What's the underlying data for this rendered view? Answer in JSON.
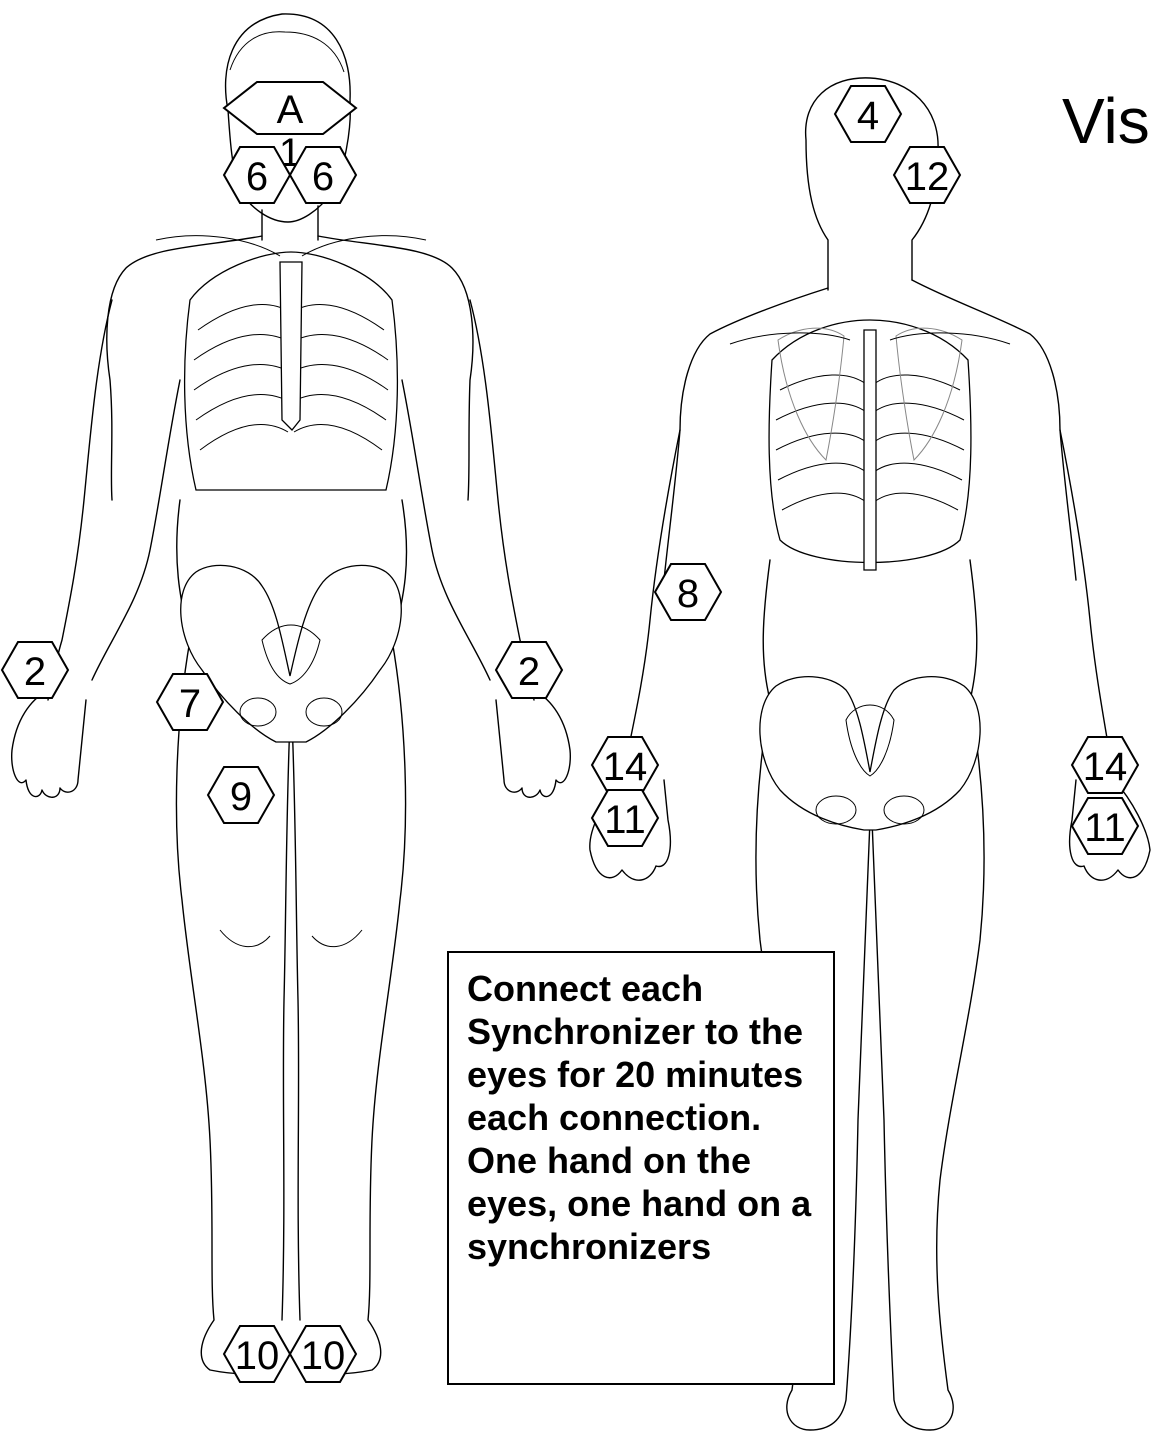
{
  "title": "Vis",
  "instruction": "Connect each Synchronizer to the eyes for 20 minutes each connection. One hand on the eyes, one hand on a synchronizers",
  "front_markers": [
    {
      "id": "A"
    },
    {
      "id": "1"
    },
    {
      "id": "6"
    },
    {
      "id": "6"
    },
    {
      "id": "2"
    },
    {
      "id": "2"
    },
    {
      "id": "7"
    },
    {
      "id": "9"
    },
    {
      "id": "10"
    },
    {
      "id": "10"
    }
  ],
  "back_markers": [
    {
      "id": "4"
    },
    {
      "id": "12"
    },
    {
      "id": "8"
    },
    {
      "id": "14"
    },
    {
      "id": "11"
    },
    {
      "id": "14"
    },
    {
      "id": "11"
    }
  ]
}
